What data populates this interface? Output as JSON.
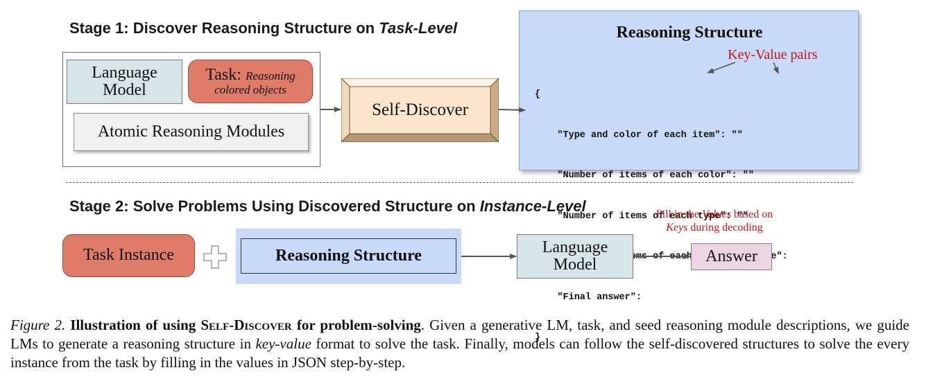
{
  "stage1": {
    "title_prefix": "Stage 1: Discover Reasoning Structure on ",
    "title_emph": "Task-Level",
    "language_model": "Language Model",
    "task_label": "Task:",
    "task_desc_line1": "Reasoning",
    "task_desc_line2": "colored objects",
    "atomic_modules": "Atomic Reasoning Modules",
    "self_discover": "Self-Discover"
  },
  "reasoning_structure_panel": {
    "title": "Reasoning Structure",
    "annotation": "Key-Value pairs",
    "lines": [
      "{",
      "    \"Type and color of each item\": \"\"",
      "    \"Number of items of each color\": \"\"",
      "    \"Number of items of each type\": \"\"",
      "    \"Number of items of each color and type\":",
      "    \"Final answer\":",
      "}"
    ]
  },
  "stage2": {
    "title_prefix": "Stage 2: Solve Problems Using Discovered Structure on ",
    "title_emph": "Instance-Level",
    "note_part1": "Fill in the ",
    "note_values": "Values",
    "note_part2": " based on",
    "note_keys": "Keys",
    "note_part3": " during decoding",
    "task_instance": "Task Instance",
    "reasoning_structure": "Reasoning Structure",
    "language_model": "Language Model",
    "answer": "Answer"
  },
  "caption": {
    "figure_label": "Figure 2.",
    "bold_part1": "Illustration of using ",
    "method_name": "Self-Discover",
    "bold_part2": " for problem-solving",
    "text1": ".  Given a generative LM, task, and seed reasoning module descriptions, we guide LMs to generate a reasoning structure in ",
    "text_emph": "key-value",
    "text2": " format to solve the task.  Finally, models can follow the self-discovered structures to solve the every instance from the task by filling in the values in JSON step-by-step."
  },
  "colors": {
    "language_model": "#d7e5e8",
    "task": "#df7b69",
    "self_discover": "#fbe5cd",
    "reasoning_structure": "#c9daf8",
    "answer": "#ecd5e3",
    "annotation_red": "#c0141a"
  }
}
